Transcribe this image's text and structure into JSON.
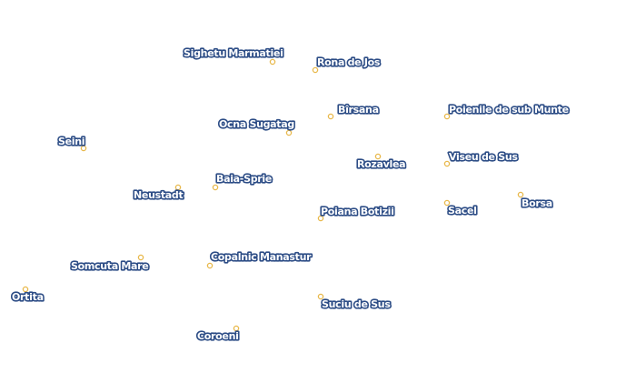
{
  "map": {
    "places": [
      {
        "id": "sighetu-marmatiei",
        "name": "Sighetu Marmatiei"
      },
      {
        "id": "rona-de-jos",
        "name": "Rona de Jos"
      },
      {
        "id": "birsana",
        "name": "Bîrsana"
      },
      {
        "id": "poienile-de-sub-munte",
        "name": "Poienile de sub Munte"
      },
      {
        "id": "ocna-sugatag",
        "name": "Ocna Sugatag"
      },
      {
        "id": "seini",
        "name": "Seini"
      },
      {
        "id": "rozavlea",
        "name": "Rozavlea"
      },
      {
        "id": "viseu-de-sus",
        "name": "Viseu de Sus"
      },
      {
        "id": "baia-sprie",
        "name": "Baia-Sprie"
      },
      {
        "id": "neustadt",
        "name": "Neustadt"
      },
      {
        "id": "borsa",
        "name": "Borsa"
      },
      {
        "id": "sacel",
        "name": "Sacel"
      },
      {
        "id": "poiana-botizii",
        "name": "Poiana Botizii"
      },
      {
        "id": "copalnic-manastur",
        "name": "Copalnic Manastur"
      },
      {
        "id": "somcuta-mare",
        "name": "Somcuta Mare"
      },
      {
        "id": "ortita",
        "name": "Ortita"
      },
      {
        "id": "suciu-de-sus",
        "name": "Suciu de Sus"
      },
      {
        "id": "coroeni",
        "name": "Coroeni"
      }
    ]
  }
}
